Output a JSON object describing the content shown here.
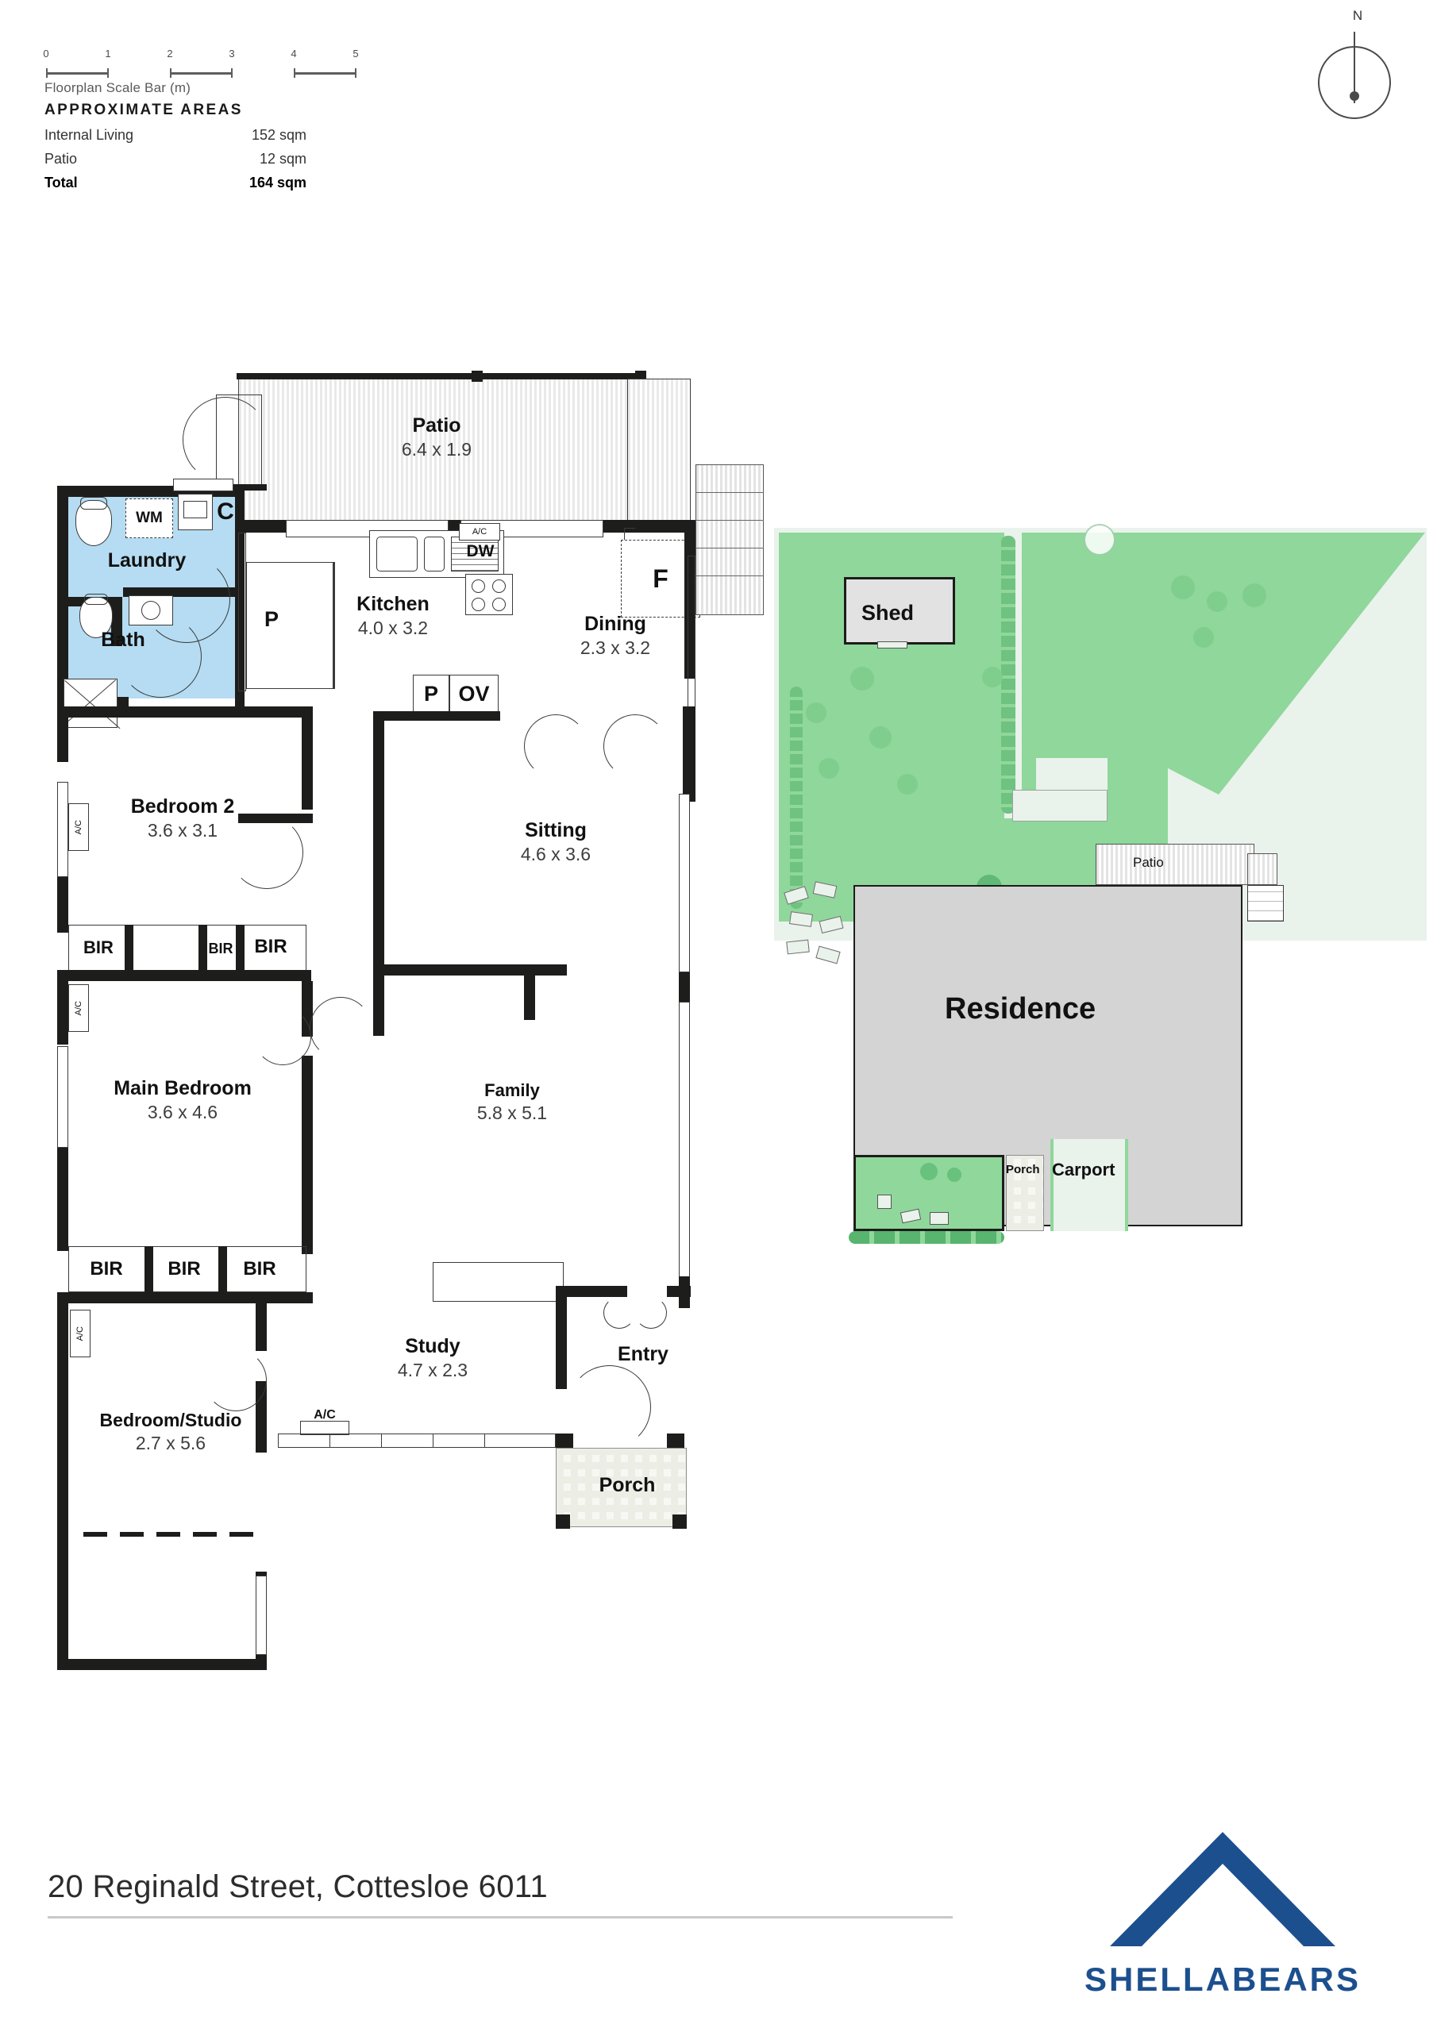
{
  "scale_bar": {
    "caption": "Floorplan Scale Bar (m)",
    "ticks": [
      "0",
      "1",
      "2",
      "3",
      "4",
      "5"
    ]
  },
  "areas": {
    "heading": "APPROXIMATE AREAS",
    "rows": [
      {
        "label": "Internal Living",
        "value": "152 sqm"
      },
      {
        "label": "Patio",
        "value": "12 sqm"
      },
      {
        "label": "Total",
        "value": "164 sqm"
      }
    ]
  },
  "north": {
    "label": "N"
  },
  "floorplan": {
    "rooms": [
      {
        "name": "Patio",
        "dims": "6.4 x 1.9"
      },
      {
        "name": "Laundry",
        "dims": ""
      },
      {
        "name": "Bath",
        "dims": ""
      },
      {
        "name": "Kitchen",
        "dims": "4.0 x 3.2"
      },
      {
        "name": "Dining",
        "dims": "2.3 x 3.2"
      },
      {
        "name": "Bedroom 2",
        "dims": "3.6 x 3.1"
      },
      {
        "name": "Sitting",
        "dims": "4.6 x 3.6"
      },
      {
        "name": "Main Bedroom",
        "dims": "3.6 x 4.6"
      },
      {
        "name": "Family",
        "dims": "5.8 x 5.1"
      },
      {
        "name": "Study",
        "dims": "4.7 x 2.3"
      },
      {
        "name": "Entry",
        "dims": ""
      },
      {
        "name": "Bedroom/Studio",
        "dims": "2.7 x 5.6"
      },
      {
        "name": "Porch",
        "dims": ""
      }
    ],
    "fixtures": {
      "washing_machine": "WM",
      "cupboard": "C",
      "pantry": "P",
      "oven": "OV",
      "fridge": "F",
      "dishwasher": "DW",
      "aircon": "A/C",
      "built_in_robe": "BIR"
    }
  },
  "site_plan": {
    "labels": {
      "shed": "Shed",
      "residence": "Residence",
      "patio": "Patio",
      "porch": "Porch",
      "carport": "Carport"
    }
  },
  "footer": {
    "address": "20 Reginald Street, Cottesloe 6011",
    "brand": "SHELLABEARS"
  },
  "colors": {
    "brand_blue": "#1c4f8e",
    "wall": "#1d1d1b",
    "wet_area": "#b5dcf2",
    "lawn": "#8fd79b",
    "residence_fill": "#d4d4d4"
  }
}
